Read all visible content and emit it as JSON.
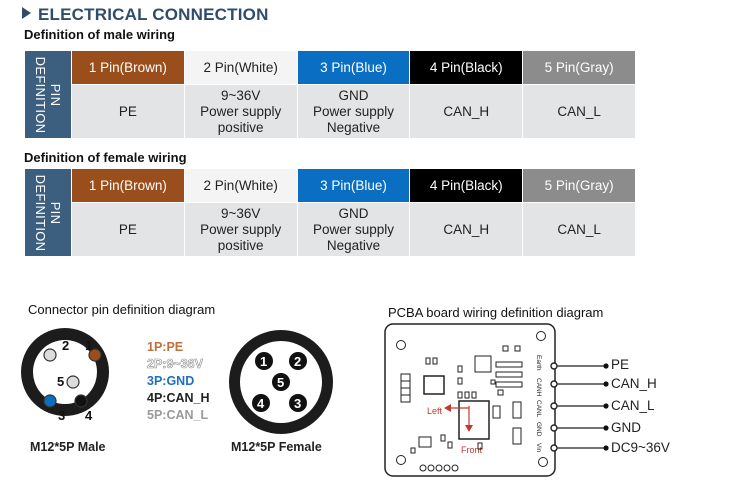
{
  "title": "ELECTRICAL CONNECTION",
  "male_table": {
    "subtitle": "Definition of male wiring",
    "side_label": [
      "PIN",
      "DEFINITION"
    ],
    "headers": [
      "1 Pin(Brown)",
      "2 Pin(White)",
      "3 Pin(Blue)",
      "4 Pin(Black)",
      "5 Pin(Gray)"
    ],
    "values": [
      [
        "PE"
      ],
      [
        "9~36V",
        "Power supply",
        "positive"
      ],
      [
        "GND",
        "Power supply",
        "Negative"
      ],
      [
        "CAN_H"
      ],
      [
        "CAN_L"
      ]
    ]
  },
  "female_table": {
    "subtitle": "Definition of female wiring",
    "side_label": [
      "PIN",
      "DEFINITION"
    ],
    "headers": [
      "1 Pin(Brown)",
      "2 Pin(White)",
      "3 Pin(Blue)",
      "4 Pin(Black)",
      "5 Pin(Gray)"
    ],
    "values": [
      [
        "PE"
      ],
      [
        "9~36V",
        "Power supply",
        "positive"
      ],
      [
        "GND",
        "Power supply",
        "Negative"
      ],
      [
        "CAN_H"
      ],
      [
        "CAN_L"
      ]
    ]
  },
  "connector": {
    "caption": "Connector pin definition diagram",
    "male_label": "M12*5P  Male",
    "female_label": "M12*5P  Female",
    "pin_numbers": [
      "1",
      "2",
      "3",
      "4",
      "5"
    ],
    "legend": [
      {
        "text": "1P:PE",
        "color": "#c0703c"
      },
      {
        "text": "2P:9~36V",
        "color": "#ffffff"
      },
      {
        "text": "3P:GND",
        "color": "#1f6fbf"
      },
      {
        "text": "4P:CAN_H",
        "color": "#222222"
      },
      {
        "text": "5P:CAN_L",
        "color": "#9a9a9a"
      }
    ]
  },
  "pcba": {
    "caption": "PCBA board wiring definition diagram",
    "board_pins": [
      "Earth",
      "CANH",
      "CANL",
      "GND",
      "Vin"
    ],
    "signals": [
      "PE",
      "CAN_H",
      "CAN_L",
      "GND",
      "DC9~36V"
    ],
    "left_label": "Left",
    "front_label": "Front"
  },
  "colors": {
    "title": "#2f4d6b",
    "side": "#3d5f7f",
    "brown": "#9a4e1b",
    "blue": "#0a6fc2",
    "gray": "#8c8c8c",
    "arrow": "#c0392b"
  }
}
